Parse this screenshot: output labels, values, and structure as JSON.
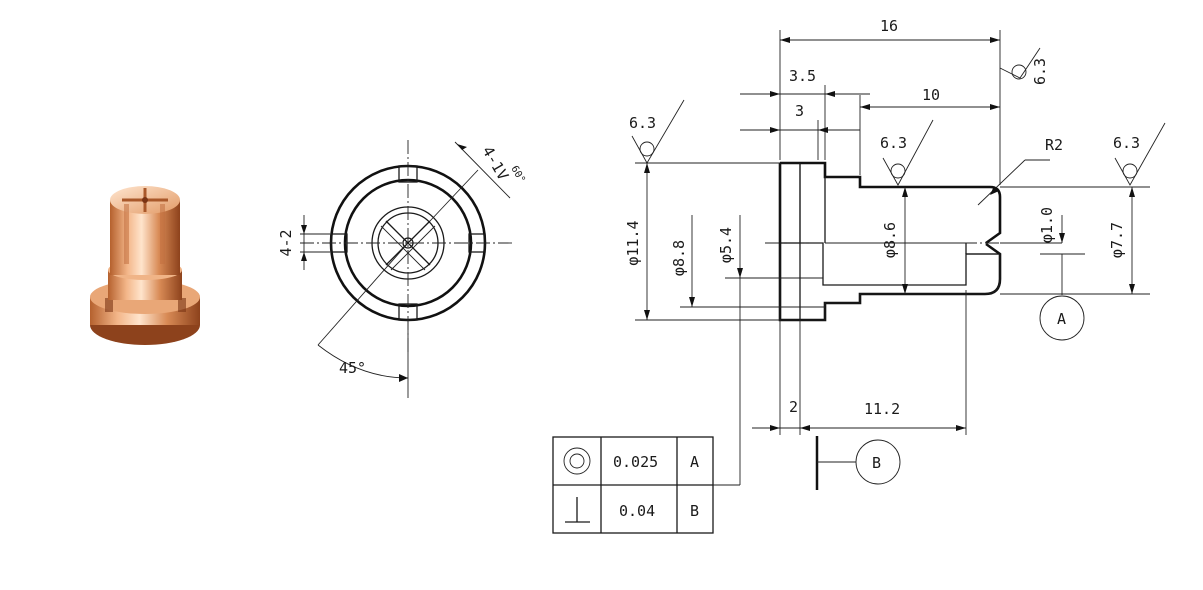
{
  "dimensions": {
    "overall_length": "16",
    "flange_step": "3.5",
    "flange_thickness": "3",
    "tip_length": "10",
    "radius": "R2",
    "outer_dia": "φ11.4",
    "flange_dia": "φ8.8",
    "bore_dia": "φ5.4",
    "body_dia": "φ8.6",
    "orifice_dia": "φ1.0",
    "tip_dia": "φ7.7",
    "base_length": "2",
    "body_length": "11.2"
  },
  "end_view": {
    "slot_spec": "4-2",
    "groove_spec": "4-1V",
    "groove_angle": "60°",
    "angle": "45°"
  },
  "roughness": {
    "r1": "6.3",
    "r2": "6.3",
    "r3": "6.3",
    "r4": "6.3"
  },
  "datums": {
    "a": "A",
    "b": "B"
  },
  "tolerances": [
    {
      "symbol": "concentricity-icon",
      "value": "0.025",
      "datum": "A"
    },
    {
      "symbol": "perpendicularity-icon",
      "value": "0.04",
      "datum": "B"
    }
  ],
  "colors": {
    "copper_light": "#f6c9a2",
    "copper_mid": "#d98a55",
    "copper_dark": "#9a4a22",
    "line": "#1a1a1a"
  }
}
